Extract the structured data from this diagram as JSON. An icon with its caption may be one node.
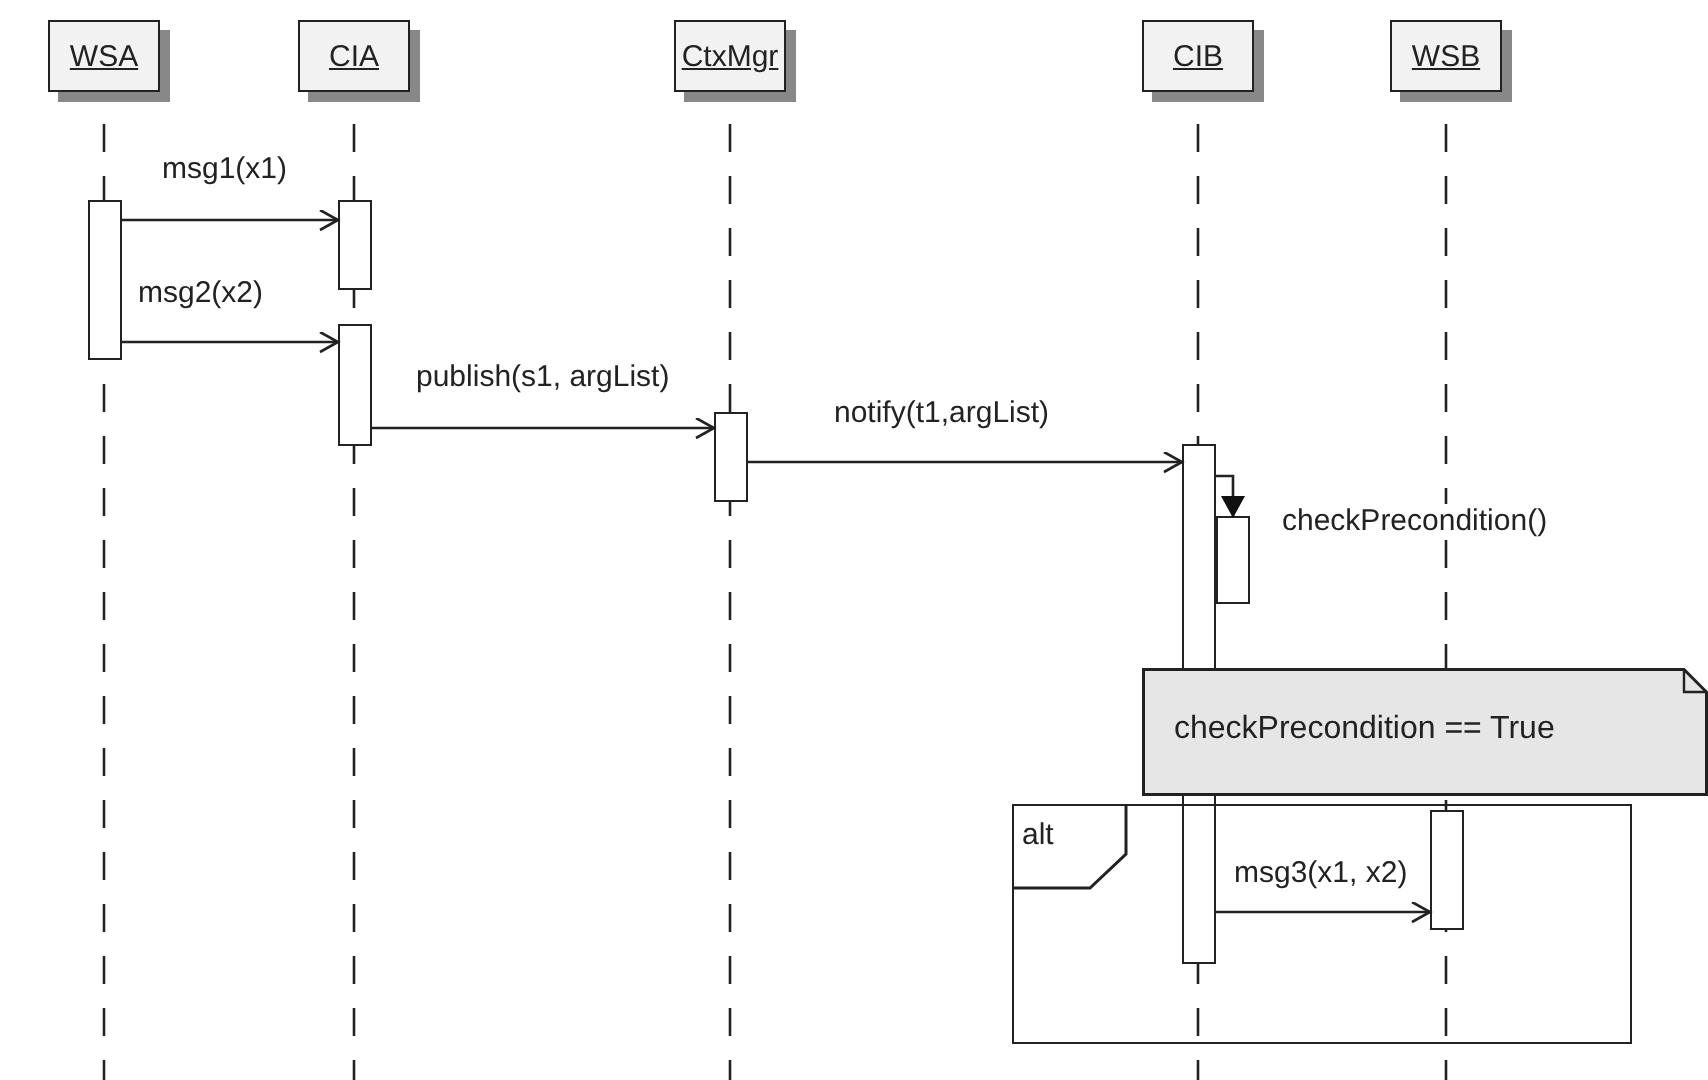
{
  "diagram": {
    "nodes": [
      {
        "text": [
          "WSA"
        ]
      },
      {
        "text": [
          "CIA"
        ]
      },
      {
        "text": [
          "CtxMgr"
        ]
      },
      {
        "text": [
          "CIB"
        ]
      },
      {
        "text": [
          "WSB"
        ]
      },
      {
        "text": [],
        "shape": "bar"
      },
      {
        "text": [],
        "shape": "bar"
      },
      {
        "text": [],
        "shape": "bar"
      },
      {
        "text": [],
        "shape": "bar"
      },
      {
        "text": [],
        "shape": "bar"
      },
      {
        "text": [],
        "shape": "bar"
      },
      {
        "text": [
          "alt"
        ]
      },
      {
        "text": [
          "checkPrecondition == True"
        ]
      },
      {
        "text": [],
        "shape": "bar",
        "in": 11
      }
    ],
    "edges": [
      {
        "from": 5,
        "to": 6,
        "label": "msg1(x1)",
        "arrow": "to"
      },
      {
        "from": 5,
        "to": 7,
        "label": "msg2(x2)",
        "arrow": "to"
      },
      {
        "from": 7,
        "to": 8,
        "label": "publish(s1, argList)",
        "arrow": "to"
      },
      {
        "from": 8,
        "to": 9,
        "label": "notify(t1,argList)",
        "arrow": "to"
      },
      {
        "from": 9,
        "to": 10,
        "label": "checkPrecondition()",
        "arrow": "to"
      },
      {
        "from": 9,
        "to": 13,
        "label": "msg3(x1, x2)",
        "arrow": "to"
      }
    ]
  }
}
